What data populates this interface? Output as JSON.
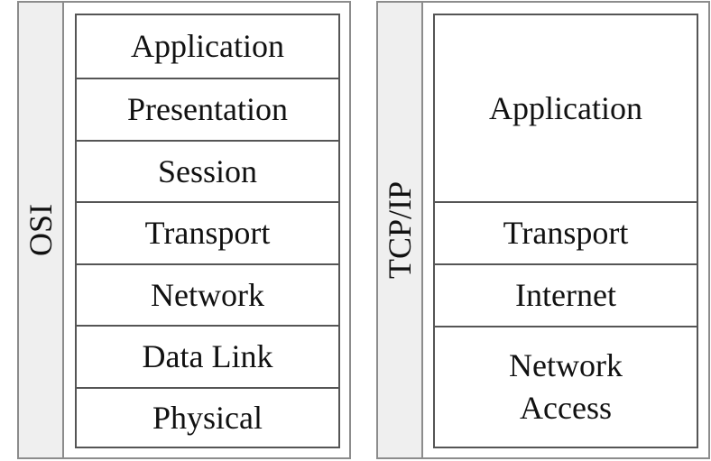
{
  "osi": {
    "label": "OSI",
    "layers": [
      "Application",
      "Presentation",
      "Session",
      "Transport",
      "Network",
      "Data Link",
      "Physical"
    ]
  },
  "tcpip": {
    "label": "TCP/IP",
    "layers": [
      "Application",
      "Transport",
      "Internet",
      "Network Access"
    ]
  }
}
